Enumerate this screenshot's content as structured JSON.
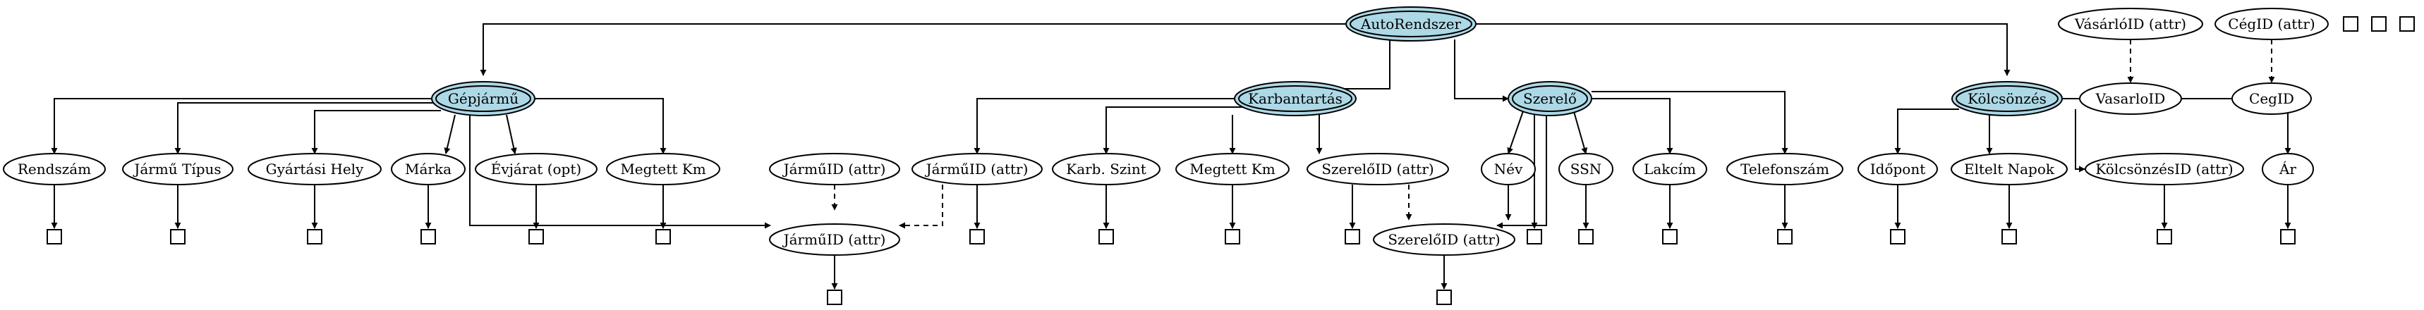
{
  "diagram": {
    "nodes": [
      {
        "id": "auto",
        "label": "AutoRendszer",
        "kind": "entity"
      },
      {
        "id": "gep",
        "label": "Gépjármű",
        "kind": "entity"
      },
      {
        "id": "karb",
        "label": "Karbantartás",
        "kind": "entity"
      },
      {
        "id": "szer",
        "label": "Szerelő",
        "kind": "entity"
      },
      {
        "id": "kolcs",
        "label": "Kölcsönzés",
        "kind": "entity"
      },
      {
        "id": "vasattr",
        "label": "VásárlóID (attr)",
        "kind": "attr"
      },
      {
        "id": "vasid",
        "label": "VasarloID",
        "kind": "attr"
      },
      {
        "id": "cegattr",
        "label": "CégID (attr)",
        "kind": "attr"
      },
      {
        "id": "cegid",
        "label": "CegID",
        "kind": "attr"
      },
      {
        "id": "rendszam",
        "label": "Rendszám",
        "kind": "attr"
      },
      {
        "id": "jtipus",
        "label": "Jármű Típus",
        "kind": "attr"
      },
      {
        "id": "gyhely",
        "label": "Gyártási Hely",
        "kind": "attr"
      },
      {
        "id": "marka",
        "label": "Márka",
        "kind": "attr"
      },
      {
        "id": "evjarat",
        "label": "Évjárat (opt)",
        "kind": "attr"
      },
      {
        "id": "mkm1",
        "label": "Megtett Km",
        "kind": "attr"
      },
      {
        "id": "jidattr1",
        "label": "JárműID (attr)",
        "kind": "attr"
      },
      {
        "id": "jidattr2",
        "label": "JárműID (attr)",
        "kind": "attr"
      },
      {
        "id": "jidcenter",
        "label": "JárműID (attr)",
        "kind": "attr"
      },
      {
        "id": "karbszint",
        "label": "Karb. Szint",
        "kind": "attr"
      },
      {
        "id": "mkm2",
        "label": "Megtett Km",
        "kind": "attr"
      },
      {
        "id": "szidattr1",
        "label": "SzerelőID (attr)",
        "kind": "attr"
      },
      {
        "id": "szidcenter",
        "label": "SzerelőID (attr)",
        "kind": "attr"
      },
      {
        "id": "nev",
        "label": "Név",
        "kind": "attr"
      },
      {
        "id": "ssn",
        "label": "SSN",
        "kind": "attr"
      },
      {
        "id": "lakcim",
        "label": "Lakcím",
        "kind": "attr"
      },
      {
        "id": "telefon",
        "label": "Telefonszám",
        "kind": "attr"
      },
      {
        "id": "idopont",
        "label": "Időpont",
        "kind": "attr"
      },
      {
        "id": "eltelt",
        "label": "Eltelt Napok",
        "kind": "attr"
      },
      {
        "id": "kolcsid",
        "label": "KölcsönzésID (attr)",
        "kind": "attr"
      },
      {
        "id": "ar",
        "label": "Ár",
        "kind": "attr"
      }
    ]
  }
}
